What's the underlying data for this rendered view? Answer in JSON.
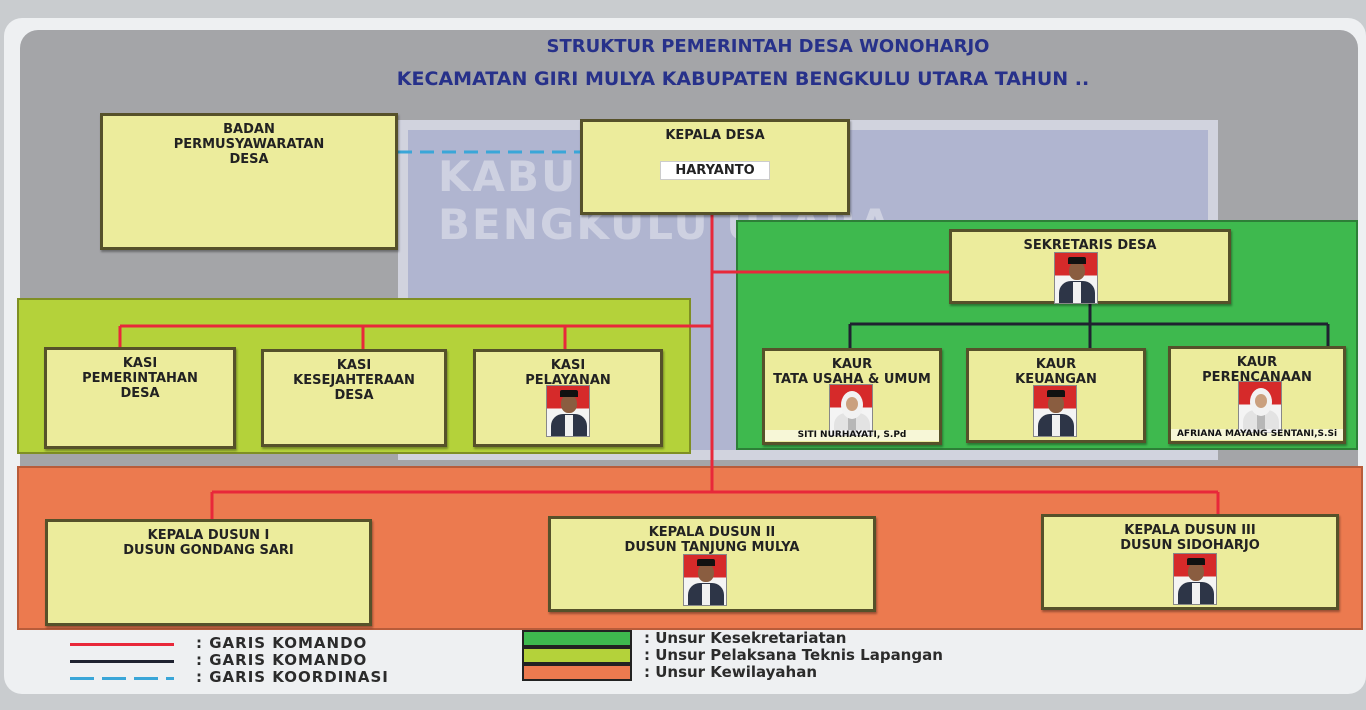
{
  "title": {
    "line1": "STRUKTUR PEMERINTAH DESA WONOHARJO",
    "line2": "KECAMATAN GIRI MULYA KABUPATEN BENGKULU UTARA TAHUN .."
  },
  "background_sign": {
    "line1": "KABUPATEN",
    "line2": "BENGKULU UTARA"
  },
  "colors": {
    "komando_red": "#e8283a",
    "komando_black": "#1f2230",
    "koordinasi_blue": "#3aa6d8",
    "kesekretariatan": "#3eb94e",
    "pelaksana": "#b4d23a",
    "kewilayahan": "#ec7a4f"
  },
  "top": {
    "bpd": "BADAN\nPERMUSYAWARATAN\nDESA",
    "kepala_desa": "KEPALA DESA",
    "kepala_desa_name": "HARYANTO"
  },
  "sekretariat": {
    "sekretaris": "SEKRETARIS DESA",
    "kaur_tu": "KAUR\nTATA USAHA & UMUM",
    "kaur_tu_name": "SITI NURHAYATI, S.Pd",
    "kaur_keu": "KAUR\nKEUANGAN",
    "kaur_ren": "KAUR\nPERENCANAAN",
    "kaur_ren_name": "AFRIANA MAYANG SENTANI,S.Si"
  },
  "pelaksana": {
    "kasi_pem": "KASI\nPEMERINTAHAN\nDESA",
    "kasi_kes": "KASI\nKESEJAHTERAAN\nDESA",
    "kasi_pel": "KASI\nPELAYANAN"
  },
  "kewilayahan": {
    "dusun1": "KEPALA DUSUN I\nDUSUN GONDANG SARI",
    "dusun2": "KEPALA DUSUN II\nDUSUN TANJUNG MULYA",
    "dusun3": "KEPALA DUSUN III\nDUSUN SIDOHARJO"
  },
  "legend": {
    "lines": [
      ": GARIS KOMANDO",
      ": GARIS KOMANDO",
      ": GARIS KOORDINASI"
    ],
    "units": [
      ": Unsur Kesekretariatan",
      ": Unsur Pelaksana Teknis Lapangan",
      ": Unsur Kewilayahan"
    ]
  },
  "icons": [
    "portrait-photo-icon"
  ]
}
